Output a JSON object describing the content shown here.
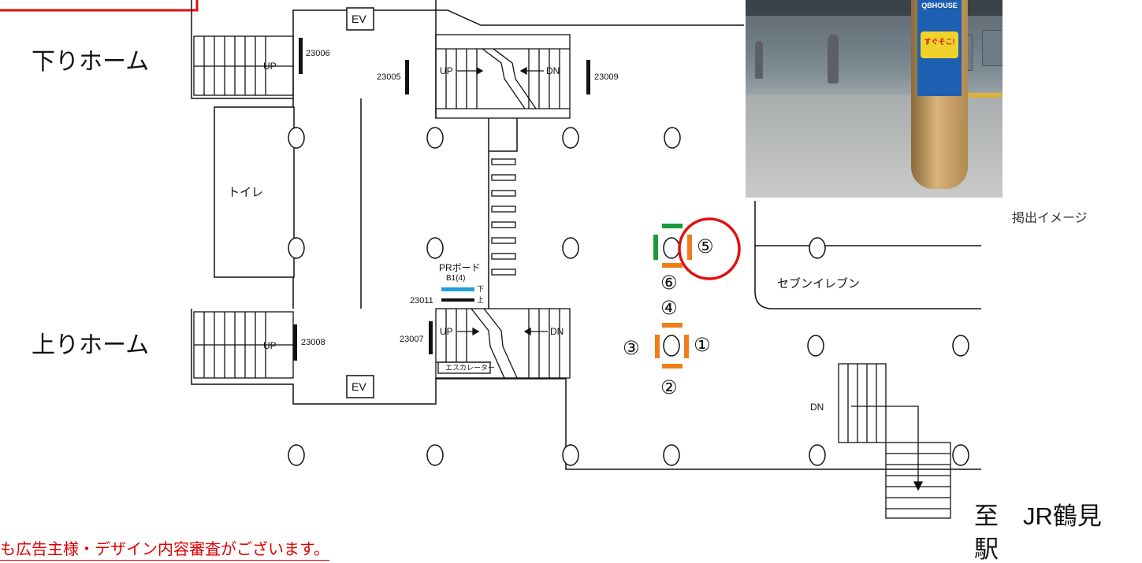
{
  "labels": {
    "down_platform": "下りホーム",
    "up_platform": "上りホーム",
    "toilet": "トイレ",
    "ev_top": "EV",
    "ev_bottom": "EV",
    "seven_eleven": "セブンイレブン",
    "pr_board": "PRボード",
    "pr_board_code": "B1(4)",
    "pr_down": "下",
    "pr_up": "上",
    "escalator": "エスカレーター",
    "destination_line1": "至　JR鶴見",
    "destination_line2": "駅",
    "image_caption": "掲出イメージ",
    "notice": "も広告主様・デザイン内容審査がございます。"
  },
  "stair_labels": {
    "up_down_left": "UP",
    "up_up_left": "UP",
    "esc_top_up": "UP",
    "esc_top_dn": "DN",
    "esc_bottom_up": "UP",
    "esc_bottom_dn": "DN",
    "exit_dn": "DN"
  },
  "board_codes": {
    "b23006": "23006",
    "b23005": "23005",
    "b23009": "23009",
    "b23011": "23011",
    "b23007": "23007",
    "b23008": "23008"
  },
  "positions": {
    "p1": "①",
    "p2": "②",
    "p3": "③",
    "p4": "④",
    "p5": "⑤",
    "p6": "⑥"
  },
  "photo": {
    "sign_top": "QBHOUSE",
    "sign_mid": "すぐそこ!"
  },
  "colors": {
    "position_marker": "#ef7d1a",
    "position_marker_green": "#1a9a3a",
    "highlight_circle": "#e01010",
    "pr_board_blue": "#22a0dc",
    "board_black": "#111111",
    "notice_red": "#e00000"
  }
}
